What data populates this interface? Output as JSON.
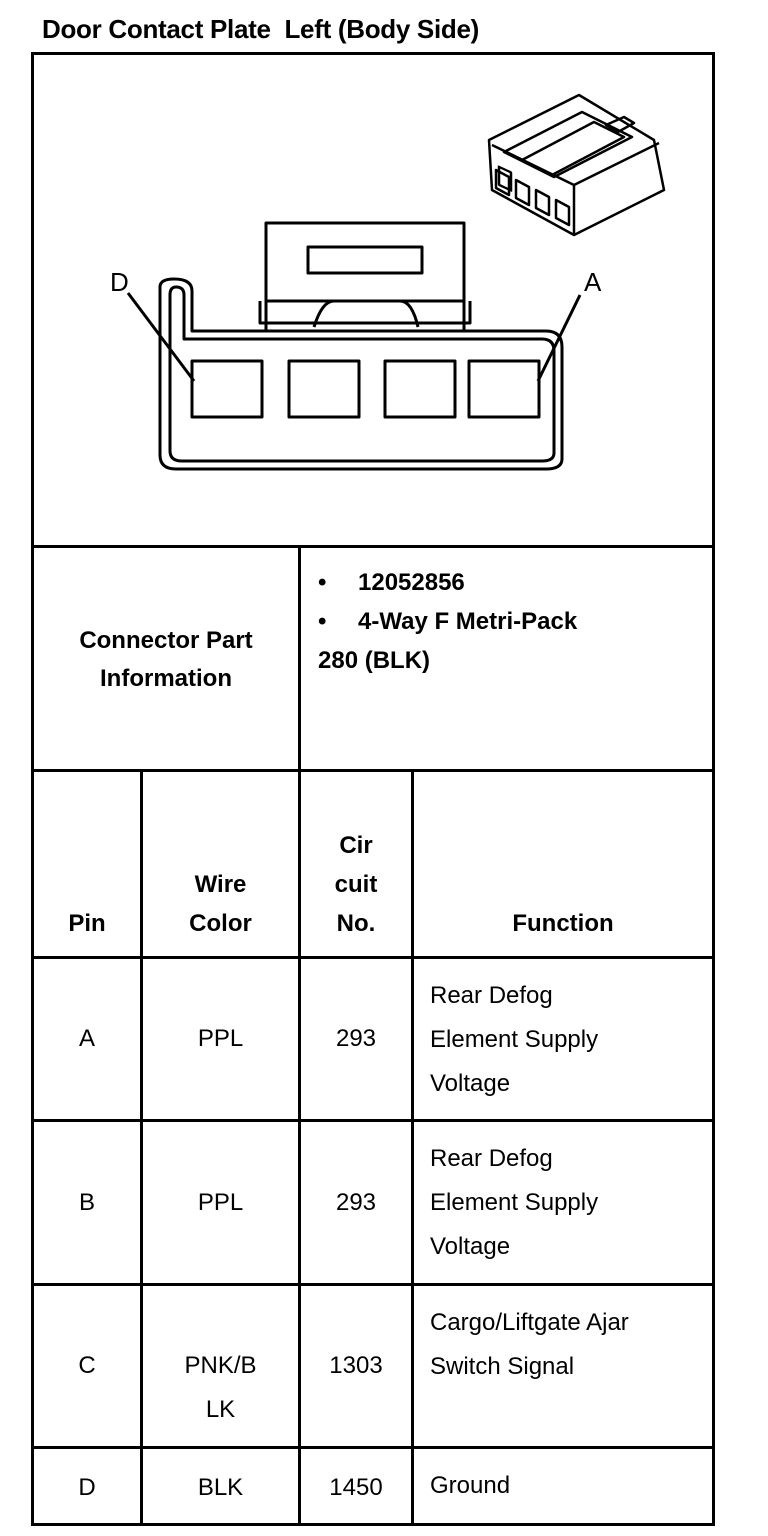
{
  "title": "Door Contact Plate  Left (Body Side)",
  "diagram": {
    "label_left": "D",
    "label_right": "A"
  },
  "connector_info": {
    "label_line1": "Connector Part",
    "label_line2": "Information",
    "bullet": "•",
    "part_number": "12052856",
    "description_line1": "4-Way F Metri-Pack",
    "description_line2": "280 (BLK)"
  },
  "table": {
    "headers": {
      "pin": "Pin",
      "wire_color_line1": "Wire",
      "wire_color_line2": "Color",
      "circuit_line1": "Cir",
      "circuit_line2": "cuit",
      "circuit_line3": "No.",
      "function": "Function"
    },
    "rows": [
      {
        "pin": "A",
        "wire": [
          "PPL"
        ],
        "circuit": "293",
        "function": [
          "Rear Defog",
          "Element Supply",
          "Voltage"
        ]
      },
      {
        "pin": "B",
        "wire": [
          "PPL"
        ],
        "circuit": "293",
        "function": [
          "Rear Defog",
          "Element Supply",
          "Voltage"
        ]
      },
      {
        "pin": "C",
        "wire": [
          "PNK/B",
          "LK"
        ],
        "circuit": "1303",
        "function": [
          "Cargo/Liftgate Ajar",
          "Switch Signal"
        ]
      },
      {
        "pin": "D",
        "wire": [
          "BLK"
        ],
        "circuit": "1450",
        "function": [
          "Ground"
        ]
      }
    ]
  }
}
